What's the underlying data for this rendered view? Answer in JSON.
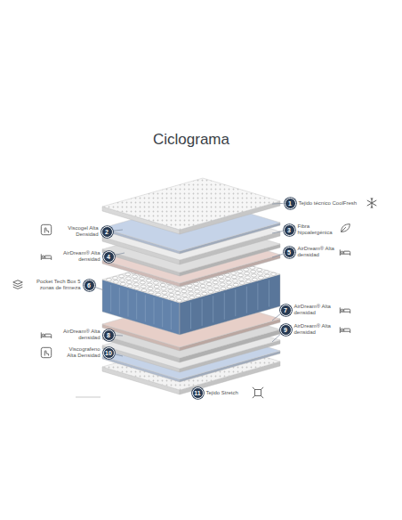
{
  "diagram": {
    "title": "Ciclograma",
    "nodes": [
      {
        "text": [
          "1",
          "Tejido técnico CoolFresh"
        ]
      },
      {
        "text": [
          "2",
          "Viscogel Alta Densidad"
        ]
      },
      {
        "text": [
          "3",
          "Fibra hipoalergénica"
        ]
      },
      {
        "text": [
          "4",
          "AirDream® Alta densidad"
        ]
      },
      {
        "text": [
          "5",
          "AirDream® Alta densidad"
        ]
      },
      {
        "text": [
          "6",
          "Pocket Tech Box 5 zonas de firmeza"
        ]
      },
      {
        "text": [
          "7",
          "AirDream® Alta densidad"
        ]
      },
      {
        "text": [
          "8",
          "AirDream® Alta densidad"
        ]
      },
      {
        "text": [
          "9",
          "AirDream® Alta densidad"
        ]
      },
      {
        "text": [
          "10",
          "Viscografeno Alta Densidad"
        ]
      },
      {
        "text": [
          "11",
          "Tejido Stretch"
        ]
      }
    ]
  }
}
